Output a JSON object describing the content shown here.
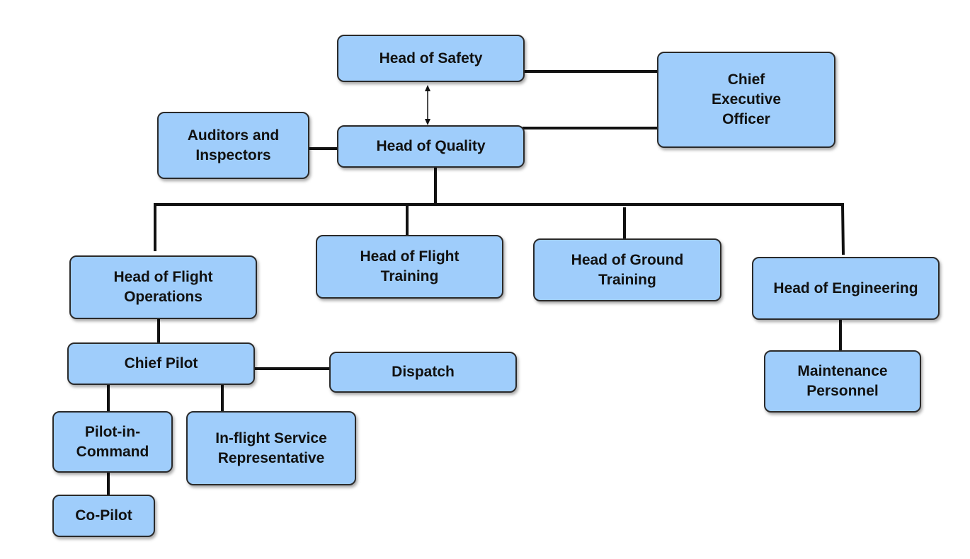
{
  "nodes": {
    "head_of_safety": "Head of Safety",
    "chief_executive_officer": "Chief\nExecutive\nOfficer",
    "auditors_and_inspectors": "Auditors and\nInspectors",
    "head_of_quality": "Head of Quality",
    "head_of_flight_operations": "Head of Flight\nOperations",
    "head_of_flight_training": "Head of Flight\nTraining",
    "head_of_ground_training": "Head of Ground\nTraining",
    "head_of_engineering": "Head of Engineering",
    "chief_pilot": "Chief Pilot",
    "dispatch": "Dispatch",
    "maintenance_personnel": "Maintenance\nPersonnel",
    "pilot_in_command": "Pilot-in-\nCommand",
    "in_flight_service_representative": "In-flight Service\nRepresentative",
    "co_pilot": "Co-Pilot"
  },
  "colors": {
    "box_fill": "#9fcdfb",
    "box_border": "#2a2a2a",
    "connector": "#111111"
  }
}
